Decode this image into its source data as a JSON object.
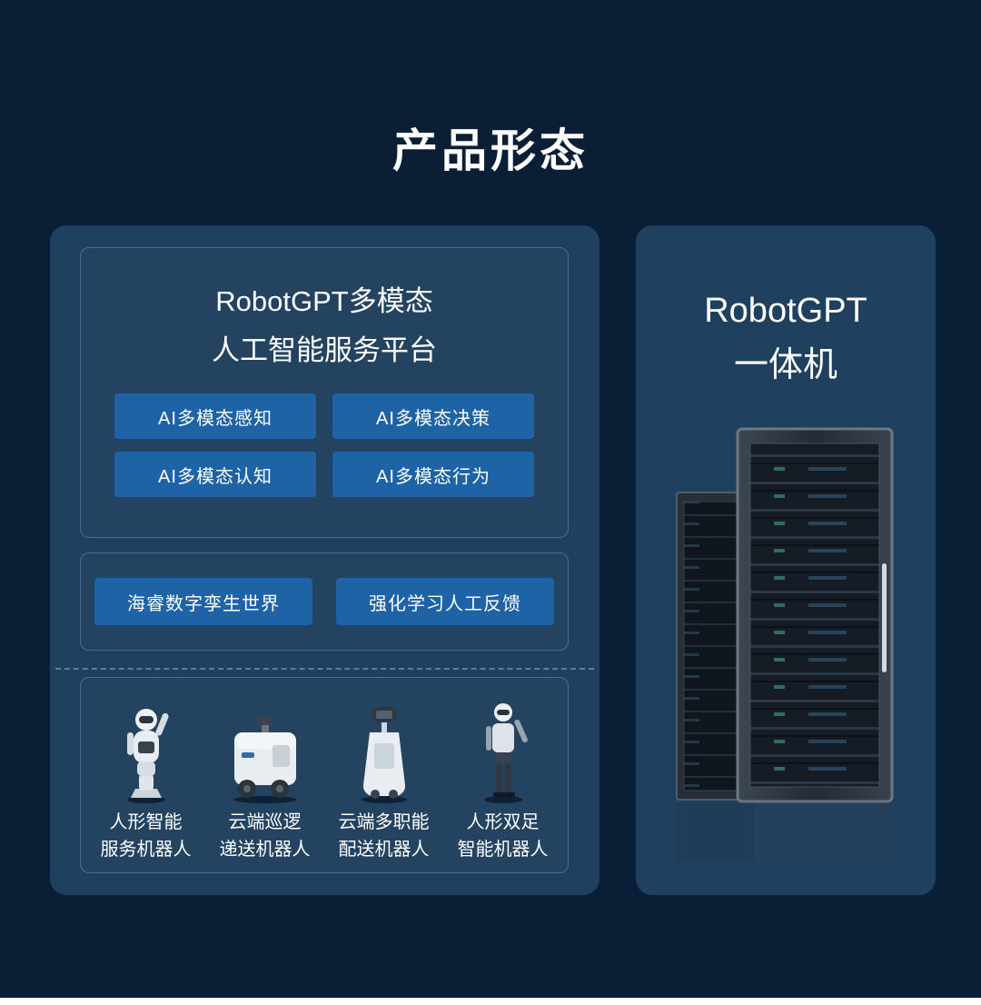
{
  "page": {
    "title": "产品形态",
    "colors": {
      "background": "#0a1e35",
      "panel": "#20405f",
      "chip": "#1e63a6",
      "border": "#4a6d94",
      "text": "#ffffff"
    }
  },
  "left_panel": {
    "platform": {
      "title_line1": "RobotGPT多模态",
      "title_line2": "人工智能服务平台",
      "buttons": [
        "AI多模态感知",
        "AI多模态决策",
        "AI多模态认知",
        "AI多模态行为"
      ]
    },
    "middle": {
      "buttons": [
        "海睿数字孪生世界",
        "强化学习人工反馈"
      ]
    },
    "robots": [
      {
        "label_line1": "人形智能",
        "label_line2": "服务机器人",
        "image": "humanoid-service-robot"
      },
      {
        "label_line1": "云端巡逻",
        "label_line2": "递送机器人",
        "image": "cloud-patrol-delivery-robot"
      },
      {
        "label_line1": "云端多职能",
        "label_line2": "配送机器人",
        "image": "cloud-multirole-delivery-robot"
      },
      {
        "label_line1": "人形双足",
        "label_line2": "智能机器人",
        "image": "bipedal-humanoid-robot"
      }
    ]
  },
  "right_panel": {
    "title_line1": "RobotGPT",
    "title_line2": "一体机",
    "image": "server-rack"
  }
}
